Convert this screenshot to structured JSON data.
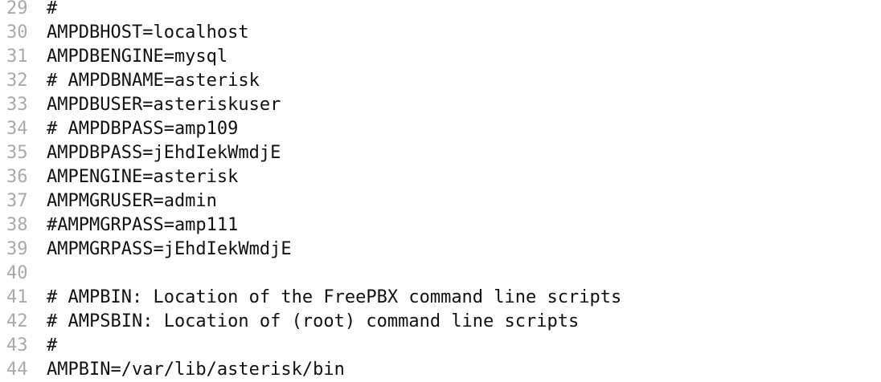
{
  "editor": {
    "lines": [
      {
        "num": "29",
        "text": "#"
      },
      {
        "num": "30",
        "text": "AMPDBHOST=localhost"
      },
      {
        "num": "31",
        "text": "AMPDBENGINE=mysql"
      },
      {
        "num": "32",
        "text": "# AMPDBNAME=asterisk"
      },
      {
        "num": "33",
        "text": "AMPDBUSER=asteriskuser"
      },
      {
        "num": "34",
        "text": "# AMPDBPASS=amp109"
      },
      {
        "num": "35",
        "text": "AMPDBPASS=jEhdIekWmdjE"
      },
      {
        "num": "36",
        "text": "AMPENGINE=asterisk"
      },
      {
        "num": "37",
        "text": "AMPMGRUSER=admin"
      },
      {
        "num": "38",
        "text": "#AMPMGRPASS=amp111"
      },
      {
        "num": "39",
        "text": "AMPMGRPASS=jEhdIekWmdjE"
      },
      {
        "num": "40",
        "text": ""
      },
      {
        "num": "41",
        "text": "# AMPBIN: Location of the FreePBX command line scripts"
      },
      {
        "num": "42",
        "text": "# AMPSBIN: Location of (root) command line scripts"
      },
      {
        "num": "43",
        "text": "#"
      },
      {
        "num": "44",
        "text": "AMPBIN=/var/lib/asterisk/bin"
      }
    ]
  }
}
